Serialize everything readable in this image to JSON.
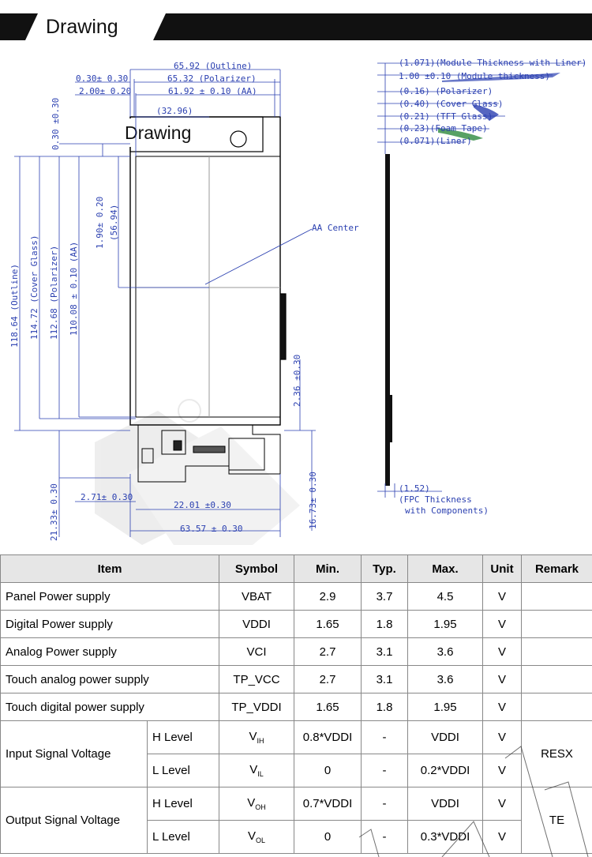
{
  "header": {
    "title": "Drawing"
  },
  "drawing": {
    "label_box": "Drawing",
    "top_dims": [
      "65.92 (Outline)",
      "0.30± 0.30",
      "65.32 (Polarizer)",
      "2.00± 0.20",
      "61.92 ± 0.10  (AA)",
      "(32.96)"
    ],
    "left_dims": [
      "0.30 ±0.30",
      "118.64 (Outline)",
      "114.72 (Cover Glass)",
      "112.68 (Polarizer)",
      "110.08 ± 0.10 (AA)",
      "1.90± 0.20",
      "(56.94)"
    ],
    "aa_center": "AA Center",
    "right_dims": [
      "2.36 ±0.30",
      "16.73± 0.30"
    ],
    "bottom_dims": [
      "21.33± 0.30",
      "2.71± 0.30",
      "22.01 ±0.30",
      "63.57 ± 0.30"
    ],
    "side_labels": [
      "(1.071)(Module Thickness with Liner)",
      "1.00  ±0.10  (Module thickness)",
      "(0.16) (Polarizer)",
      "(0.40) (Cover Glass)",
      "(0.21) (TFT Glass)",
      "(0.23)(Foam Tape)",
      "(0.071)(Liner)"
    ],
    "fpc_label_1": "(1.52)",
    "fpc_label_2": "(FPC Thickness",
    "fpc_label_3": "with Components)"
  },
  "table": {
    "headers": [
      "Item",
      "Symbol",
      "Min.",
      "Typ.",
      "Max.",
      "Unit",
      "Remark"
    ],
    "rows": [
      {
        "item": "Panel Power supply",
        "symbol": "VBAT",
        "min": "2.9",
        "typ": "3.7",
        "max": "4.5",
        "unit": "V"
      },
      {
        "item": "Digital Power supply",
        "symbol": "VDDI",
        "min": "1.65",
        "typ": "1.8",
        "max": "1.95",
        "unit": "V"
      },
      {
        "item": "Analog Power supply",
        "symbol": "VCI",
        "min": "2.7",
        "typ": "3.1",
        "max": "3.6",
        "unit": "V"
      },
      {
        "item": "Touch analog power supply",
        "symbol": "TP_VCC",
        "min": "2.7",
        "typ": "3.1",
        "max": "3.6",
        "unit": "V"
      },
      {
        "item": "Touch digital power supply",
        "symbol": "TP_VDDI",
        "min": "1.65",
        "typ": "1.8",
        "max": "1.95",
        "unit": "V"
      }
    ],
    "input": {
      "item": "Input Signal Voltage",
      "remark": "RESX",
      "high": {
        "level": "H Level",
        "sym": "V",
        "sub": "IH",
        "min": "0.8*VDDI",
        "typ": "-",
        "max": "VDDI",
        "unit": "V"
      },
      "low": {
        "level": "L Level",
        "sym": "V",
        "sub": "IL",
        "min": "0",
        "typ": "-",
        "max": "0.2*VDDI",
        "unit": "V"
      }
    },
    "output": {
      "item": "Output Signal Voltage",
      "remark": "TE",
      "high": {
        "level": "H Level",
        "sym": "V",
        "sub": "OH",
        "min": "0.7*VDDI",
        "typ": "-",
        "max": "VDDI",
        "unit": "V"
      },
      "low": {
        "level": "L Level",
        "sym": "V",
        "sub": "OL",
        "min": "0",
        "typ": "-",
        "max": "0.3*VDDI",
        "unit": "V"
      }
    }
  },
  "colors": {
    "header_bg": "#111111",
    "dim_blue": "#2a3fb0",
    "table_header_bg": "#e6e6e6",
    "swoosh_green": "#2e8a3e"
  }
}
